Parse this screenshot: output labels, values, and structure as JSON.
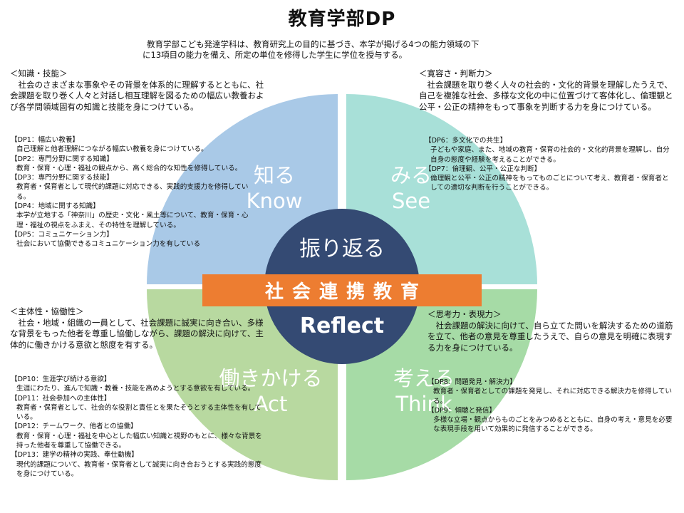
{
  "title": "教育学部DP",
  "intro": {
    "line1": "教育学部こども発達学科は、教育研究上の目的に基づき、本学が掲げる4つの能力領域の下",
    "line2": "に13項目の能力を備え、所定の単位を修得した学生に学位を授与する。"
  },
  "colors": {
    "know": "#A9C9E7",
    "see": "#A8E0D8",
    "act": "#B8D9A0",
    "think": "#A6DBA6",
    "center": "#344A73",
    "banner": "#ED7D31"
  },
  "center": {
    "top": "振り返る",
    "bottom": "Reflect",
    "banner": "社会連携教育"
  },
  "quadrants": {
    "know": {
      "label_jp": "知る",
      "label_en": "Know",
      "heading": "＜知識・技能＞",
      "desc": "社会のさまざまな事象やその背景を体系的に理解するとともに、社会課題を取り巻く人々と対話し相互理解を図るための幅広い教養および各学問領域固有の知識と技能を身につけている。",
      "dps": [
        {
          "title": "【DP1：幅広い教養】",
          "desc": "自己理解と他者理解につながる幅広い教養を身につけている。"
        },
        {
          "title": "【DP2：専門分野に関する知識】",
          "desc": "教育・保育・心理・福祉の観点から、高く総合的な知性を修得している。"
        },
        {
          "title": "【DP3：専門分野に関する技能】",
          "desc": "教育者・保育者として現代的課題に対応できる、実践的支援力を修得している。"
        },
        {
          "title": "【DP4：地域に関する知識】",
          "desc": "本学が立地する「神奈川」の歴史・文化・風土等について、教育・保育・心理・福祉の視点をふまえ、その特性を理解している。"
        },
        {
          "title": "【DP5：コミュニケーション力】",
          "desc": "社会において協働できるコミュニケーション力を有している"
        }
      ]
    },
    "see": {
      "label_jp": "みる",
      "label_en": "See",
      "heading": "＜寛容さ・判断力＞",
      "desc": "社会課題を取り巻く人々の社会的・文化的背景を理解したうえで、自己を複雑な社会、多様な文化の中に位置づけて客体化し、倫理観と公平・公正の精神をもって事象を判断する力を身につけている。",
      "dps": [
        {
          "title": "【DP6：多文化での共生】",
          "desc": "子どもや家庭、また、地域の教育・保育の社会的・文化的背景を理解し、自分自身の態度や経験を考えることができる。"
        },
        {
          "title": "【DP7：倫理観、公平・公正な判断】",
          "desc": "倫理観と公平・公正の精神をもってものごとについて考え、教育者・保育者としての適切な判断を行うことができる。"
        }
      ]
    },
    "act": {
      "label_jp": "働きかける",
      "label_en": "Act",
      "heading": "＜主体性・協働性＞",
      "desc": "社会・地域・組織の一員として、社会課題に誠実に向き合い、多様な背景をもった他者を尊重し協働しながら、課題の解決に向けて、主体的に働きかける意欲と態度を有する。",
      "dps": [
        {
          "title": "【DP10：生涯学び続ける意欲】",
          "desc": "生涯にわたり、進んで知識・教養・技能を高めようとする意欲を有している。"
        },
        {
          "title": "【DP11：社会参加への主体性】",
          "desc": "教育者・保育者として、社会的な役割と責任とを果たそうとする主体性を有している。"
        },
        {
          "title": "【DP12：チームワーク、他者との協働】",
          "desc": "教育・保育・心理・福祉を中心とした幅広い知識と視野のもとに、様々な背景を持った他者を尊重して協働できる。"
        },
        {
          "title": "【DP13：建学の精神の実践、奉仕動機】",
          "desc": "現代的課題について、教育者・保育者として誠実に向き合おうとする実践的態度を身につけている。"
        }
      ]
    },
    "think": {
      "label_jp": "考える",
      "label_en": "Think",
      "heading": "＜思考力・表現力＞",
      "desc": "社会課題の解決に向けて、自ら立てた問いを解決するための道筋を立て、他者の意見を尊重したうえで、自らの意見を明確に表現する力を身につけている。",
      "dps": [
        {
          "title": "【DP8：問題発見・解決力】",
          "desc": "教育者・保育者としての課題を発見し、それに対応できる解決力を修得している。"
        },
        {
          "title": "【DP9：傾聴と発信】",
          "desc": "多様な立場・観点からものごとをみつめるとともに、自身の考え・意見を必要な表現手段を用いて効果的に発信することができる。"
        }
      ]
    }
  }
}
